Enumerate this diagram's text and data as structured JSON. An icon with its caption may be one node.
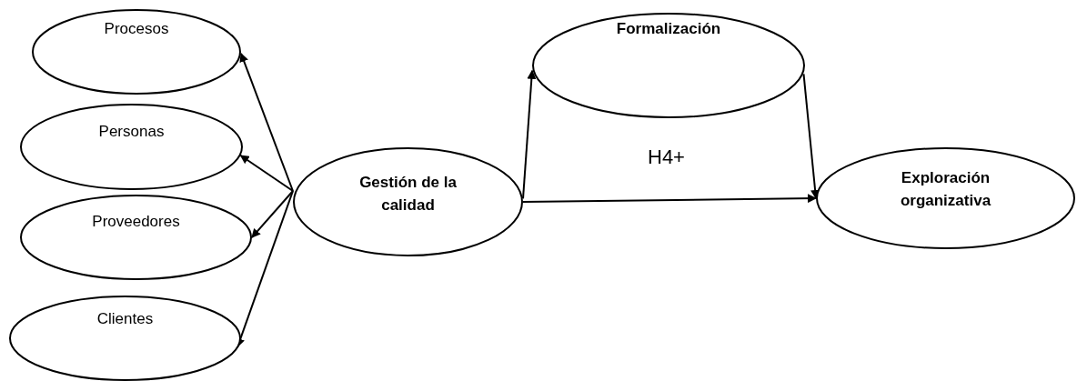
{
  "diagram": {
    "nodes": [
      {
        "text": [
          "Procesos"
        ]
      },
      {
        "text": [
          "Personas"
        ]
      },
      {
        "text": [
          "Proveedores"
        ]
      },
      {
        "text": [
          "Clientes"
        ]
      },
      {
        "text": [
          "Gestión de la calidad"
        ]
      },
      {
        "text": [
          "Formalización"
        ]
      },
      {
        "text": [
          "Exploración organizativa"
        ]
      }
    ],
    "edges": [
      {
        "from": 4,
        "to": 0,
        "arrow": "to"
      },
      {
        "from": 4,
        "to": 1,
        "arrow": "to"
      },
      {
        "from": 4,
        "to": 2,
        "arrow": "to"
      },
      {
        "from": 4,
        "to": 3,
        "arrow": "to"
      },
      {
        "from": 4,
        "to": 5,
        "arrow": "to"
      },
      {
        "from": 5,
        "to": 6,
        "arrow": "to"
      },
      {
        "from": 4,
        "to": 6,
        "arrow": "to"
      }
    ],
    "labels": [
      "H4+"
    ]
  }
}
